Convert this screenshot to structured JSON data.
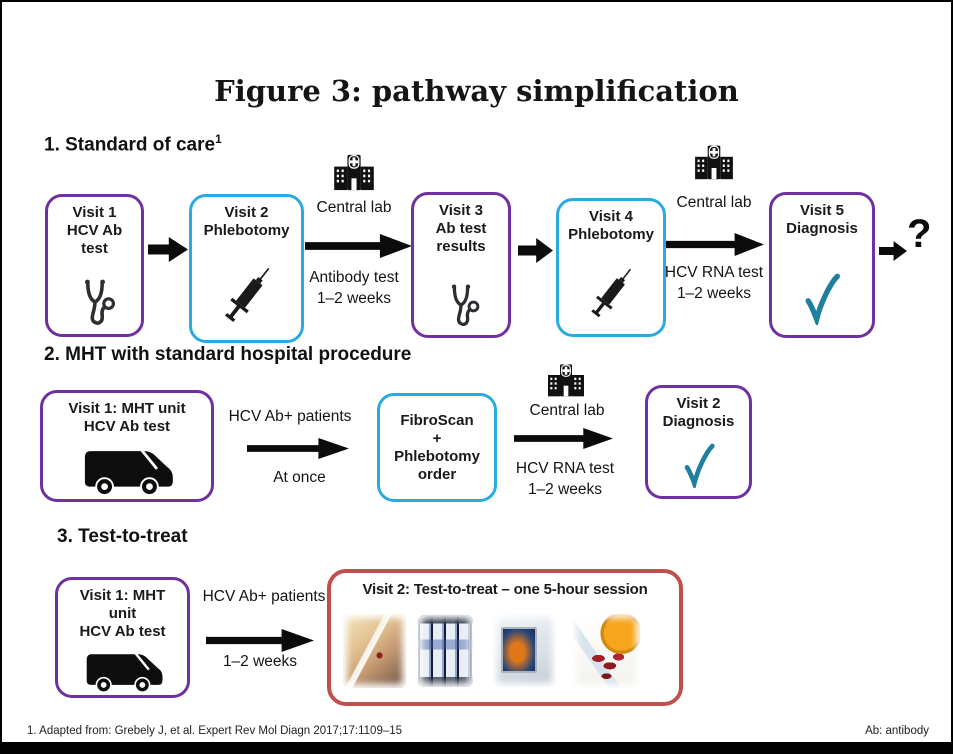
{
  "title": "Figure 3: pathway simplification",
  "colors": {
    "purple": "#7030A0",
    "cyan": "#29ABE2",
    "teal_check": "#1F7F9F",
    "red": "#C0504D",
    "black": "#0B0B0B"
  },
  "p1": {
    "heading": "1. Standard of care",
    "heading_sup": "1",
    "box1": "Visit 1\nHCV Ab\ntest",
    "box2": "Visit 2\nPhlebotomy",
    "lab1_label": "Central lab",
    "arrow2_caption": "Antibody test\n1–2 weeks",
    "box3": "Visit 3\nAb test\nresults",
    "box4": "Visit 4\nPhlebotomy",
    "lab2_label": "Central lab",
    "arrow4_caption": "HCV RNA test\n1–2 weeks",
    "box5": "Visit 5\nDiagnosis",
    "question_mark": "?"
  },
  "p2": {
    "heading": "2. MHT with standard hospital procedure",
    "box1": "Visit 1: MHT unit\nHCV Ab test",
    "arrow1_top": "HCV Ab+ patients",
    "arrow1_bottom": "At once",
    "box2": "FibroScan\n+\nPhlebotomy\norder",
    "lab_label": "Central lab",
    "arrow2_caption": "HCV RNA test\n1–2 weeks",
    "box3": "Visit 2\nDiagnosis"
  },
  "p3": {
    "heading": "3. Test-to-treat",
    "box1": "Visit 1: MHT\nunit\nHCV Ab test",
    "arrow1_top": "HCV Ab+ patients",
    "arrow1_bottom": "1–2 weeks",
    "box2_title": "Visit 2: Test-to-treat – one 5-hour session",
    "photos": [
      "fingerstick-blood-test-photo",
      "test-cartridges-photo",
      "fibroscan-device-photo",
      "medication-photo"
    ]
  },
  "footer": {
    "left": "1. Adapted from: Grebely J, et al. Expert Rev Mol Diagn 2017;17:1109–15",
    "right": "Ab: antibody"
  }
}
